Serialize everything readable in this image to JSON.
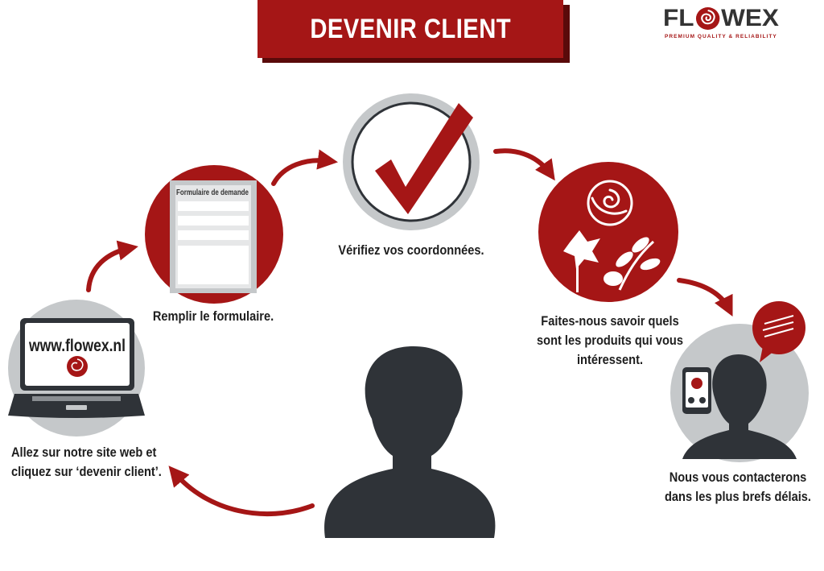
{
  "banner": {
    "title": "DEVENIR CLIENT"
  },
  "logo": {
    "word_before": "FL",
    "word_after": "WEX",
    "tagline": "PREMIUM QUALITY & RELIABILITY"
  },
  "steps": {
    "website": {
      "url": "www.flowex.nl",
      "line1": "Allez sur notre site web et",
      "line2": "cliquez sur ‘devenir client’."
    },
    "form": {
      "header": "Formulaire de demande",
      "label": "Remplir le formulaire."
    },
    "verify": {
      "label": "Vérifiez vos coordonnées."
    },
    "products": {
      "line1": "Faites-nous savoir quels",
      "line2": "sont les produits qui vous",
      "line3": "intéressent."
    },
    "contact": {
      "line1": "Nous vous contacterons",
      "line2": "dans les plus brefs délais."
    }
  },
  "colors": {
    "brand_red": "#a51616",
    "dark_red": "#5a0a0a",
    "charcoal": "#2f3338",
    "grey_circle": "#c5c8ca",
    "text": "#1e1e1e"
  }
}
